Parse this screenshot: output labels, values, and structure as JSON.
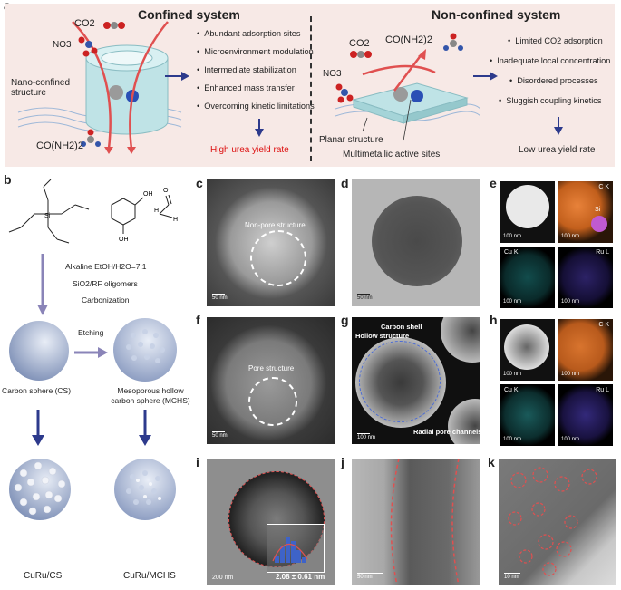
{
  "panel_labels": [
    "a",
    "b",
    "c",
    "d",
    "e",
    "f",
    "g",
    "h",
    "i",
    "j",
    "k"
  ],
  "panel_a": {
    "confined_title": "Confined system",
    "nonconfined_title": "Non-confined system",
    "confined_molecules": {
      "co2": "CO2",
      "no3": "NO3",
      "urea": "CO(NH2)2"
    },
    "confined_structure_label": "Nano-confined structure",
    "confined_bullets": [
      "Abundant adsorption sites",
      "Microenvironment modulation",
      "Intermediate stabilization",
      "Enhanced mass transfer",
      "Overcoming kinetic limitations"
    ],
    "confined_result": "High urea yield rate",
    "nonconfined_molecules": {
      "co2": "CO2",
      "no3": "NO3",
      "urea": "CO(NH2)2"
    },
    "planar_label": "Planar structure",
    "active_label": "Multimetallic active sites",
    "nonconfined_bullets": [
      "Limited CO2 adsorption",
      "Inadequate local concentration",
      "Disordered processes",
      "Sluggish coupling kinetics"
    ],
    "nonconfined_result": "Low urea yield rate",
    "colors": {
      "panel_bg": "#f7e9e6",
      "arrow_red": "#e05050",
      "arrow_navy": "#2d3a8c",
      "cylinder": "#bfe3e6"
    }
  },
  "panel_b": {
    "conditions": [
      "Alkaline EtOH/H2O=7:1",
      "SiO2/RF oligomers",
      "Carbonization"
    ],
    "etching": "Etching",
    "cs_label": "Carbon sphere (CS)",
    "mchs_label": "Mesoporous hollow carbon sphere (MCHS)",
    "curu_cs": "CuRu/CS",
    "curu_mchs": "CuRu/MCHS"
  },
  "panel_c": {
    "annotation": "Non-pore structure",
    "scale": "50 nm"
  },
  "panel_d": {
    "scale": "50 nm"
  },
  "panel_e": {
    "maps": [
      "C K",
      "Cu K",
      "Ru L"
    ],
    "inset": "Si",
    "scale": "100 nm"
  },
  "panel_f": {
    "annotation": "Pore structure",
    "scale": "50 nm"
  },
  "panel_g": {
    "annotations": [
      "Carbon shell",
      "Hollow structure",
      "Radial pore channels"
    ],
    "scale": "100 nm"
  },
  "panel_h": {
    "maps": [
      "C K",
      "Cu K",
      "Ru L"
    ],
    "scale": "100 nm"
  },
  "panel_i": {
    "scale": "200 nm",
    "size": "2.08 ± 0.61 nm"
  },
  "panel_j": {
    "scale": "50 nm"
  },
  "panel_k": {
    "scale": "10 nm"
  }
}
